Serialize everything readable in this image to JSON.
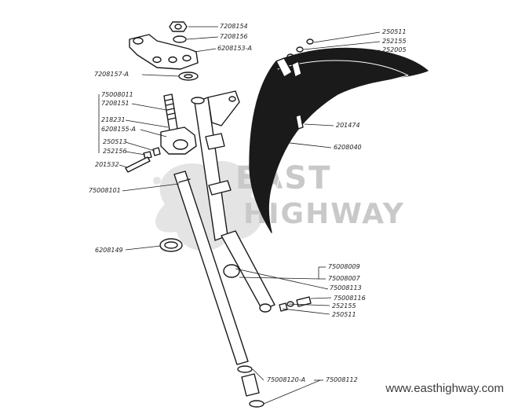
{
  "watermark": {
    "line1": "EAST",
    "line2": "HIGHWAY"
  },
  "site_url": "www.easthighway.com",
  "part_numbers": {
    "nut_top": "7208154",
    "washer_top": "7208156",
    "upper_bracket": "6208153-A",
    "bearing_top": "7208157-A",
    "group_1": "75008011",
    "stem": "7208151",
    "clamp_bolt": "218231",
    "lower_bracket": "6208155-A",
    "nut_left": "250513",
    "washer_left": "252156",
    "bolt_left": "201532",
    "fork_tube_left": "75008101",
    "bushing": "6208149",
    "fender_nut": "250511",
    "fender_washer_1": "252155",
    "fender_washer_2": "252005",
    "fender_bolt": "201474",
    "fender": "6208040",
    "group_2": "75008009",
    "bushing_lower": "75008007",
    "fork_slider": "75008113",
    "axle_bolt": "75008116",
    "axle_washer": "252155",
    "axle_nut": "250511",
    "spring_clip": "75008120-A",
    "slider_bush": "75008112"
  },
  "colors": {
    "ink": "#1a1a1a",
    "watermark": "#c9c9c9",
    "background": "#ffffff"
  }
}
